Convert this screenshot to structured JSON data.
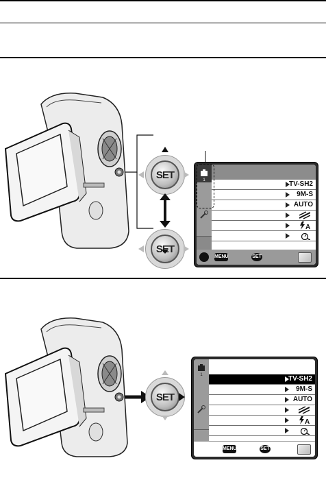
{
  "set_label": "SET",
  "lcd_menu_icons": [
    "TV-SH2",
    "9M-S",
    "AUTO",
    "no-flash-stripes",
    "flash-auto",
    "self-timer"
  ],
  "lcd_footer": {
    "menu": "MENU",
    "set": "SET"
  },
  "colors": {
    "lcd_frame": "#2b2b2b",
    "tab_active": "#3a3a3a",
    "camera_body": "#e8e8e8"
  }
}
